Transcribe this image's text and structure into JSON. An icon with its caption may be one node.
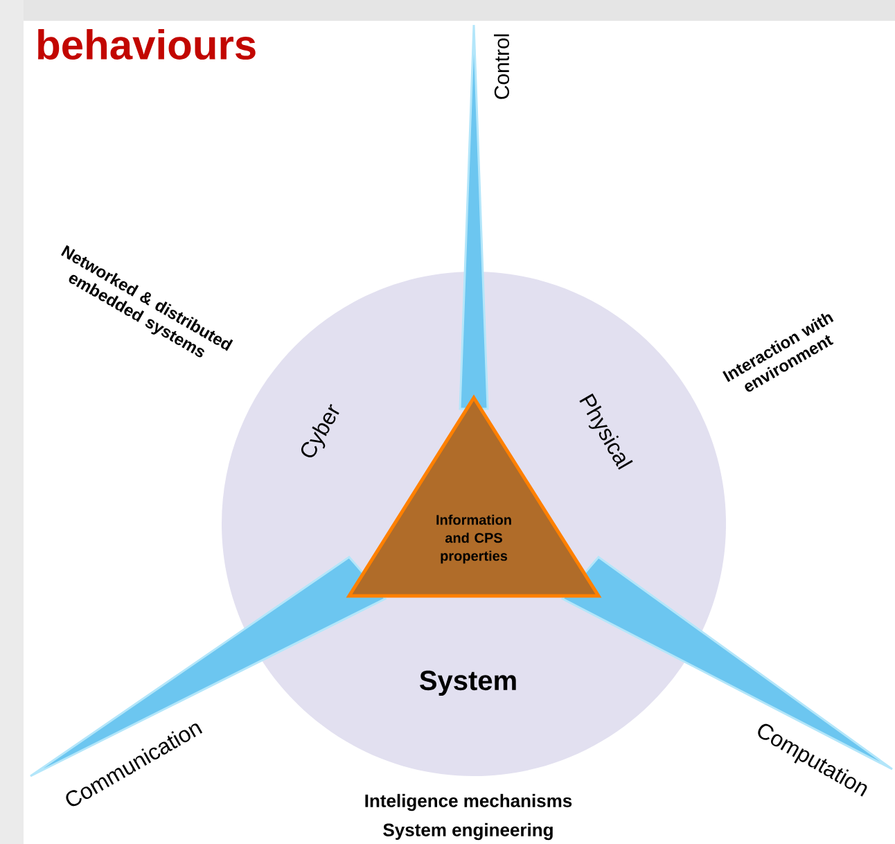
{
  "diagram": {
    "title": "behaviours",
    "nodes": [
      {
        "text": [
          "Cyber",
          "Physical",
          "System"
        ]
      },
      {
        "text": [
          "Information and CPS properties"
        ],
        "in": 0
      }
    ],
    "labels": [
      "Control",
      "Networked & distributed embedded systems",
      "Interaction with environment",
      "Communication",
      "Computation",
      "Inteligence mechanisms",
      "System engineering"
    ]
  }
}
